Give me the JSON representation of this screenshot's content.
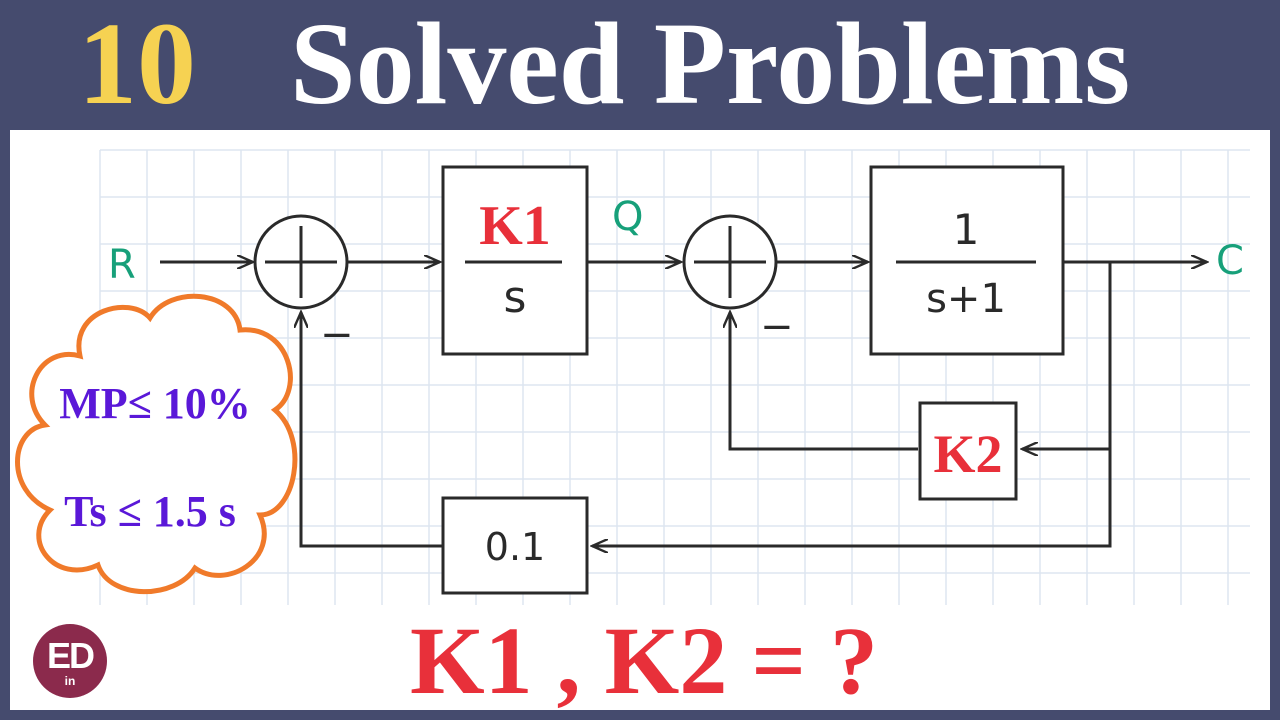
{
  "header": {
    "number": "10",
    "title": "Solved Problems"
  },
  "diagram": {
    "input_label": "R",
    "output_label": "C",
    "intermediate_label": "Q",
    "block1": {
      "numerator": "K1",
      "denominator": "s"
    },
    "block2": {
      "numerator": "1",
      "denominator": "s+1"
    },
    "feedback_inner_gain": "K2",
    "feedback_outer_gain": "0.1",
    "minus_sign_1": "−",
    "minus_sign_2": "−"
  },
  "specs": {
    "overshoot": "MP≤ 10%",
    "settling_time": "Ts ≤ 1.5 s"
  },
  "question": "K1 , K2 = ?",
  "logo": {
    "main": "ED",
    "sub": "in"
  },
  "colors": {
    "header_bg": "#454b6e",
    "header_number": "#f6d252",
    "header_text": "#ffffff",
    "red": "#e8303a",
    "purple": "#5a18d8",
    "green": "#17a07a",
    "orange": "#f07a2a",
    "line": "#2a2a2a",
    "grid": "#dde5f0",
    "logo_bg": "#8b2a4c"
  }
}
